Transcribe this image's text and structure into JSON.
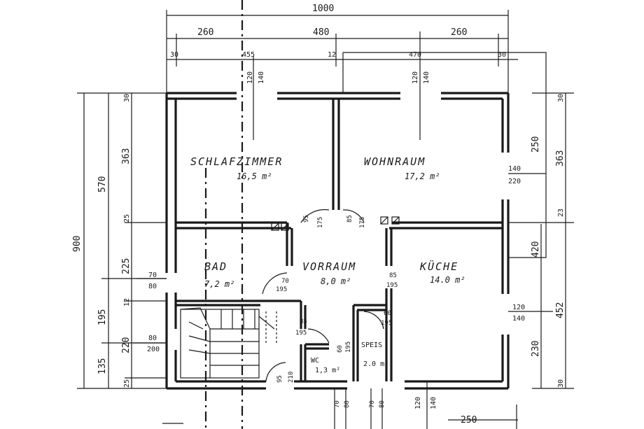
{
  "rooms": {
    "schlafzimmer": {
      "name": "SCHLAFZIMMER",
      "area": "16,5 m²"
    },
    "wohnraum": {
      "name": "WOHNRAUM",
      "area": "17,2 m²"
    },
    "bad": {
      "name": "BAD",
      "area": "7,2 m²"
    },
    "vorraum": {
      "name": "VORRAUM",
      "area": "8,0 m²"
    },
    "kueche": {
      "name": "KÜCHE",
      "area": "14.0 m²"
    },
    "wc": {
      "name": "WC",
      "area": "1,3 m²"
    },
    "speis": {
      "name": "SPEIS",
      "area": "2.0 m²"
    }
  },
  "dims_top": {
    "total": "1000",
    "seg1": "260",
    "seg2": "480",
    "seg3": "260",
    "d30a": "30",
    "d455": "455",
    "d12": "12",
    "d470": "470",
    "d30b": "30"
  },
  "dims_left": {
    "total": "900",
    "d570": "570",
    "d195": "195",
    "d135": "135",
    "d30": "30",
    "d363": "363",
    "d25": "25",
    "d225": "225",
    "d12": "12",
    "d220": "220",
    "d25b": "25"
  },
  "dims_right": {
    "d30": "30",
    "d250": "250",
    "d363": "363",
    "d23": "23",
    "d420": "420",
    "d452": "452",
    "d230": "230",
    "d30b": "30"
  },
  "dims_bottom": {
    "d250": "250"
  },
  "window_labels": {
    "w1_top": "120",
    "w1_bot": "140",
    "w2_top": "120",
    "w2_bot": "140",
    "w3_top": "140",
    "w3_bot": "220",
    "w4_top": "120",
    "w4_bot": "140",
    "w5_top": "80",
    "w5_bot": "200",
    "w6_top": "70",
    "w6_bot": "80",
    "w7_a": "120",
    "w7_b": "140"
  },
  "door_labels": {
    "d1_top": "70",
    "d1_bot": "195",
    "d2_top": "85",
    "d2_bot": "195",
    "d3_top": "85",
    "d3_bot": "195",
    "d4_top": "60",
    "d4_bot": "195",
    "d5": "95",
    "d6": "175",
    "d7": "85",
    "d8": "175",
    "d9": "60",
    "d10": "195",
    "d11": "95",
    "d12": "210",
    "b1": "70",
    "b2": "80",
    "b3": "70",
    "b4": "80"
  }
}
